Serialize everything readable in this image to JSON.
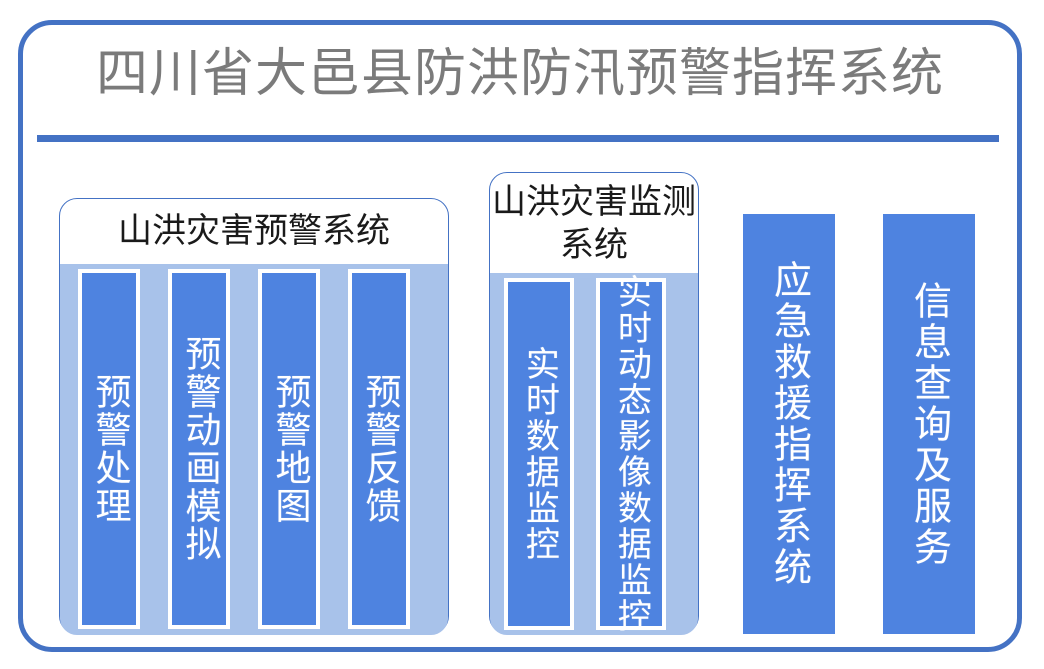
{
  "header": {
    "title": "四川省大邑县防洪防汛预警指挥系统"
  },
  "colors": {
    "frame_blue": "#4472C4",
    "column_blue": "#4E83E0",
    "panel_light_blue": "#A8C2EA",
    "title_gray": "#7B7B7B",
    "background": "#FFFFFF"
  },
  "groups": [
    {
      "id": "warning-system",
      "title": "山洪灾害预警系统",
      "columns": [
        {
          "label": "预警处理"
        },
        {
          "label": "预警动画模拟"
        },
        {
          "label": "预警地图"
        },
        {
          "label": "预警反馈"
        }
      ]
    },
    {
      "id": "monitor-system",
      "title": "山洪灾害监测系统",
      "columns": [
        {
          "label": "实时数据监控"
        },
        {
          "label": "实时动态影像数据监控"
        }
      ]
    }
  ],
  "standalone_columns": [
    {
      "id": "emergency-rescue",
      "label": "应急救援指挥系统"
    },
    {
      "id": "info-service",
      "label": "信息查询及服务"
    }
  ]
}
